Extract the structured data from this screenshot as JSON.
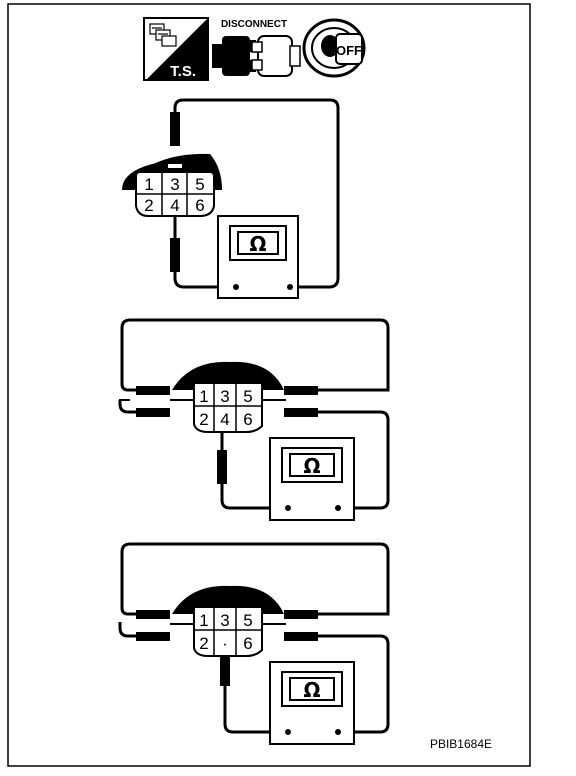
{
  "header": {
    "ts_label": "T.S.",
    "disconnect_label": "DISCONNECT",
    "ignition_label": "OFF"
  },
  "meter_symbol": "Ω",
  "connector_pins": {
    "top_row": [
      "1",
      "3",
      "5"
    ],
    "bottom_row": [
      "2",
      "4",
      "6"
    ],
    "bottom_row_panel3": [
      "2",
      "·",
      "6"
    ]
  },
  "figure_code": "PBIB1684E",
  "icons": [
    "ts-workbook-icon",
    "disconnect-connector-icon",
    "ignition-key-off-icon",
    "ohmmeter-icon"
  ]
}
